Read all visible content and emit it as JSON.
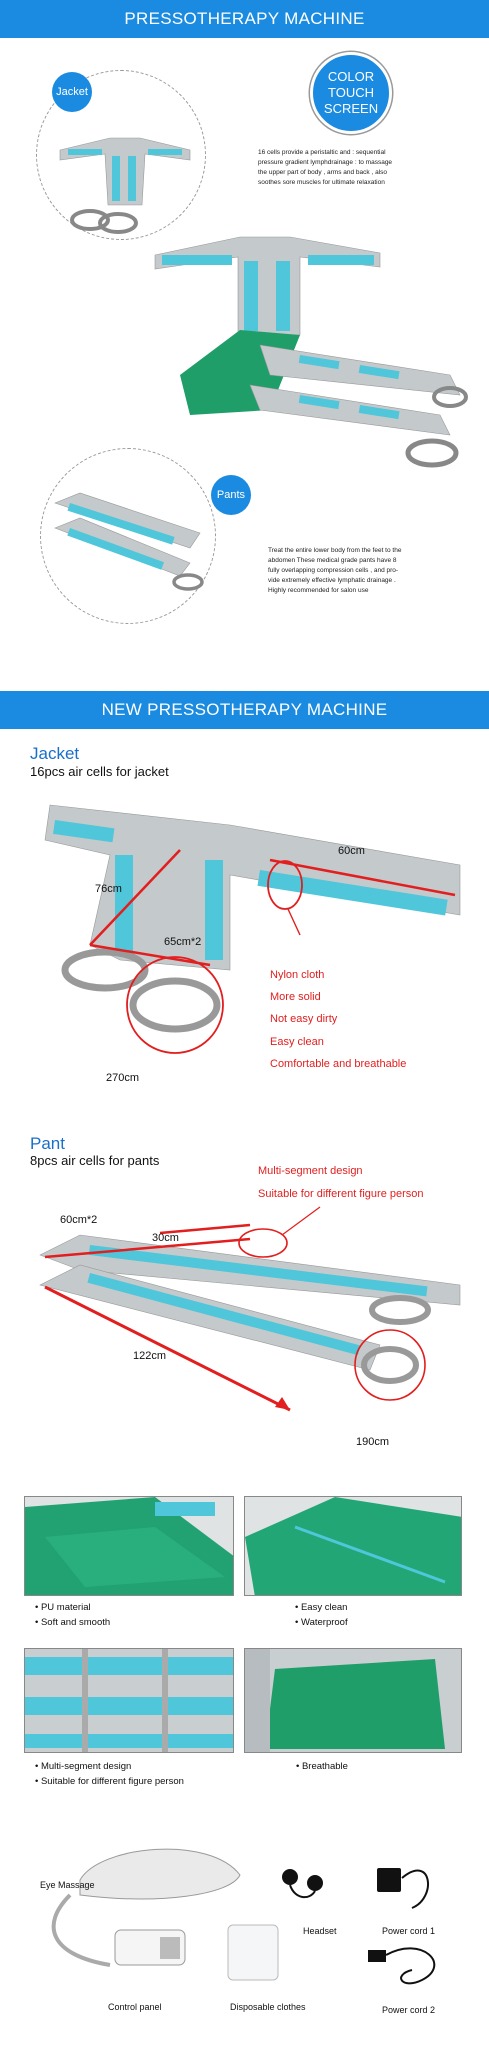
{
  "section1": {
    "banner": "PRESSOTHERAPY MACHINE",
    "jacket_bubble": "Jacket",
    "color_touch_bubble": [
      "COLOR",
      "TOUCH",
      "SCREEN"
    ],
    "pants_bubble": "Pants",
    "jacket_desc": [
      "16 cells provide a peristaltic and : sequential",
      "pressure gradient lymphdrainage : to massage",
      "the upper part of body , arms and back , also",
      "soothes sore muscles for ultimate relaxation"
    ],
    "pants_desc": [
      "Treat the entire lower body from the feet to the",
      "abdomen These medical grade pants have 8",
      "fully overlapping compression cells , and pro-",
      "vide extremely effective lymphatic drainage .",
      "Highly recommended for salon use"
    ]
  },
  "section2": {
    "banner": "NEW PRESSOTHERAPY MACHINE",
    "jacket_title": "Jacket",
    "jacket_sub": "16pcs air cells for jacket",
    "dim_60": "60cm",
    "dim_76": "76cm",
    "dim_65": "65cm*2",
    "dim_270": "270cm",
    "jacket_features": [
      "Nylon cloth",
      "More solid",
      "Not easy dirty",
      "Easy clean",
      "Comfortable and breathable"
    ],
    "pant_title": "Pant",
    "pant_sub": "8pcs air cells for pants",
    "pant_features": [
      "Multi-segment design",
      "Suitable for different figure person"
    ],
    "dim_60x2": "60cm*2",
    "dim_30": "30cm",
    "dim_122": "122cm",
    "dim_190": "190cm"
  },
  "details": {
    "box1": [
      "PU material",
      "Soft and smooth"
    ],
    "box2": [
      "Easy clean",
      "Waterproof"
    ],
    "box3": [
      "Multi-segment design",
      "Suitable for different figure person"
    ],
    "box4": [
      "Breathable"
    ]
  },
  "accessories": {
    "eye_massage": "Eye Massage",
    "headset": "Headset",
    "power_cord_1": "Power cord 1",
    "control_panel": "Control panel",
    "disposable_clothes": "Disposable clothes",
    "power_cord_2": "Power cord 2"
  },
  "colors": {
    "banner_blue": "#1a8be0",
    "accent_red": "#e21e1e",
    "cell_cyan": "#4fc6d9",
    "suit_grey": "#c4c9cc",
    "lining_green": "#1f9e6a"
  }
}
